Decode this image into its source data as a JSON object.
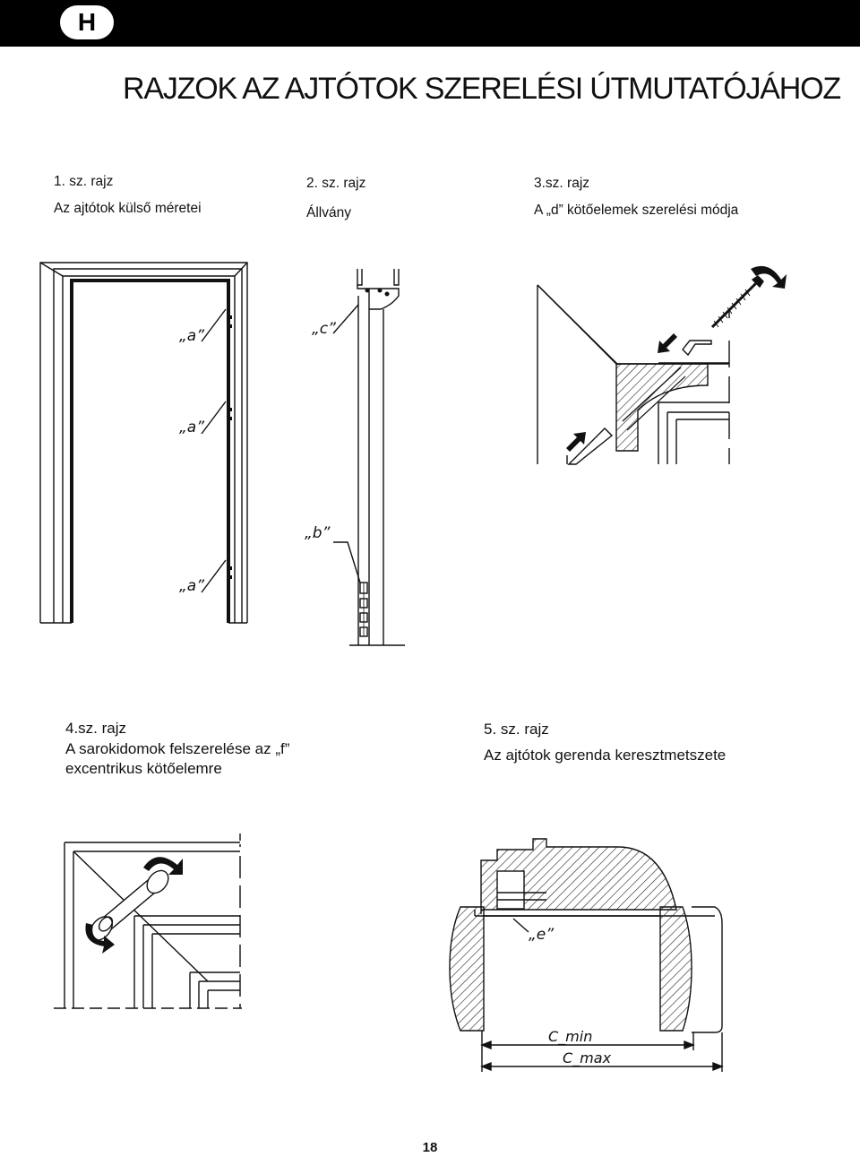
{
  "header": {
    "lang": "H",
    "title": "RAJZOK AZ AJTÓTOK SZERELÉSI ÚTMUTATÓJÁHOZ"
  },
  "figures": [
    {
      "num": "1. sz. rajz",
      "caption": "Az ajtótok külső méretei",
      "labels": [
        "„a”",
        "„a”",
        "„a”"
      ]
    },
    {
      "num": "2. sz. rajz",
      "caption": "Állvány",
      "labels": [
        "„c”",
        "„b”"
      ]
    },
    {
      "num": "3.sz. rajz",
      "caption": "A „d” kötőelemek szerelési módja"
    },
    {
      "num": "4.sz. rajz",
      "caption": "A sarokidomok felszerelése az „f”",
      "caption2": "excentrikus kötőelemre"
    },
    {
      "num": "5. sz. rajz",
      "caption": "Az ajtótok gerenda keresztmetszete",
      "labels": [
        "„e”",
        "C_min",
        "C_max"
      ]
    }
  ],
  "page_number": "18"
}
